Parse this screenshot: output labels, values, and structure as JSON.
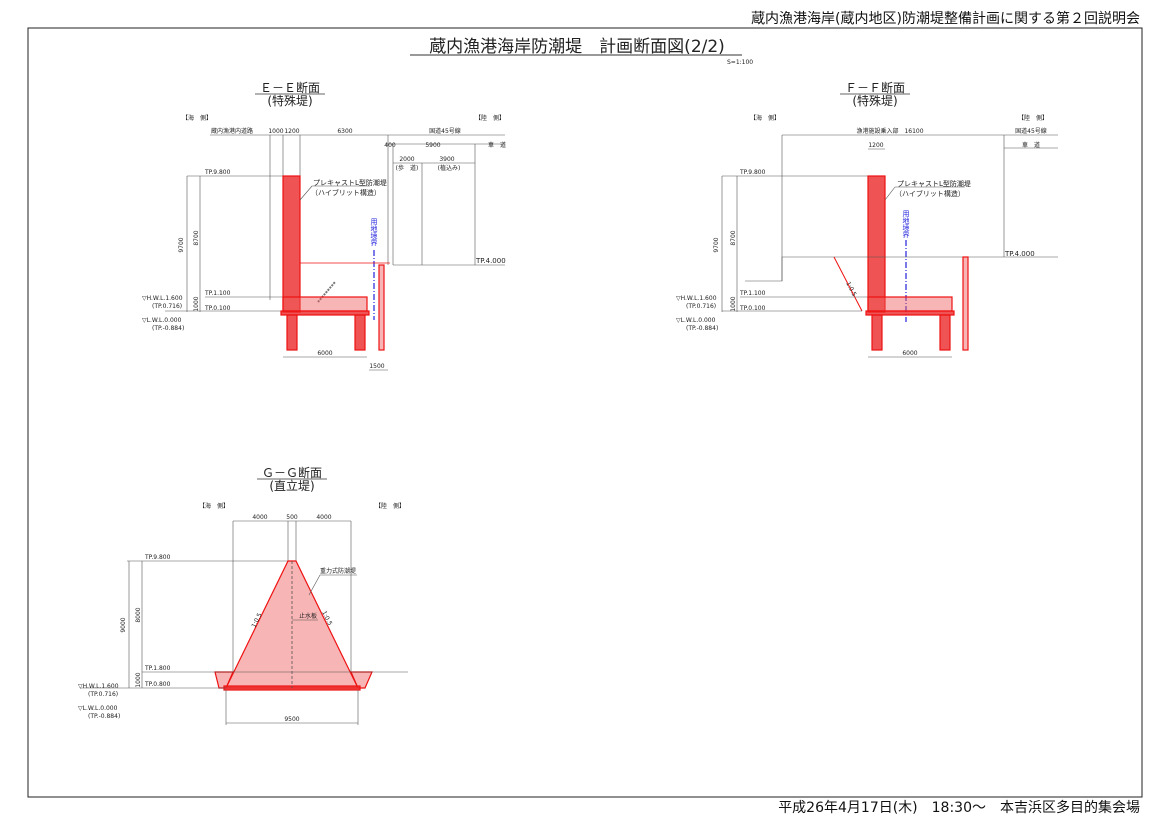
{
  "header": {
    "meeting": "蔵内漁港海岸(蔵内地区)防潮堤整備計画に関する第２回説明会"
  },
  "title": {
    "main": "蔵内漁港海岸防潮堤　計画断面図(2/2)",
    "scale": "S=1:100"
  },
  "footer": {
    "info": "平成26年4月17日(木)　18:30～　本吉浜区多目的集会場"
  },
  "common": {
    "sea_side": "【海　側】",
    "land_side": "【陸　側】",
    "hwl": "▽H.W.L.1.600",
    "hwl_tp": "(TP.0.716)",
    "lwl": "▽L.W.L.0.000",
    "lwl_tp": "(TP.-0.884)",
    "boundary": "用地境界",
    "slope": "1:0.5",
    "wall_label1": "プレキャストL型防潮堤",
    "wall_label2": "（ハイブリット構造）",
    "route45": "国道45号線",
    "roadway": "車　道"
  },
  "ee": {
    "title": "Ｅ－Ｅ断面",
    "subtitle": "(特殊堤)",
    "road": "蔵内漁港内道路",
    "d1000": "1000",
    "d1200": "1200",
    "d6300": "6300",
    "d400": "400",
    "d5900": "5900",
    "d2000": "2000",
    "d3900": "3900",
    "sidewalk": "(歩　道)",
    "planting": "(植込み)",
    "tp98": "TP.9.800",
    "tp40": "TP.4.000",
    "tp11": "TP.1.100",
    "tp01": "TP.0.100",
    "h9700": "9700",
    "h8700": "8700",
    "h1000": "1000",
    "w6000": "6000",
    "w1500": "1500"
  },
  "ff": {
    "title": "Ｆ－Ｆ断面",
    "subtitle": "(特殊堤)",
    "entrance": "漁港施設乗入部　16100",
    "d1200": "1200",
    "tp98": "TP.9.800",
    "tp40": "TP.4.000",
    "tp11": "TP.1.100",
    "tp01": "TP.0.100",
    "h9700": "9700",
    "h8700": "8700",
    "h1000": "1000",
    "w6000": "6000"
  },
  "gg": {
    "title": "Ｇ－Ｇ断面",
    "subtitle": "(直立堤)",
    "d4000a": "4000",
    "d500": "500",
    "d4000b": "4000",
    "tp98": "TP.9.800",
    "tp18": "TP.1.800",
    "tp08": "TP.0.800",
    "gravity": "重力式防潮堤",
    "waterstop": "止水板",
    "h9000": "9000",
    "h8000": "8000",
    "h1000": "1000",
    "w9500": "9500"
  }
}
